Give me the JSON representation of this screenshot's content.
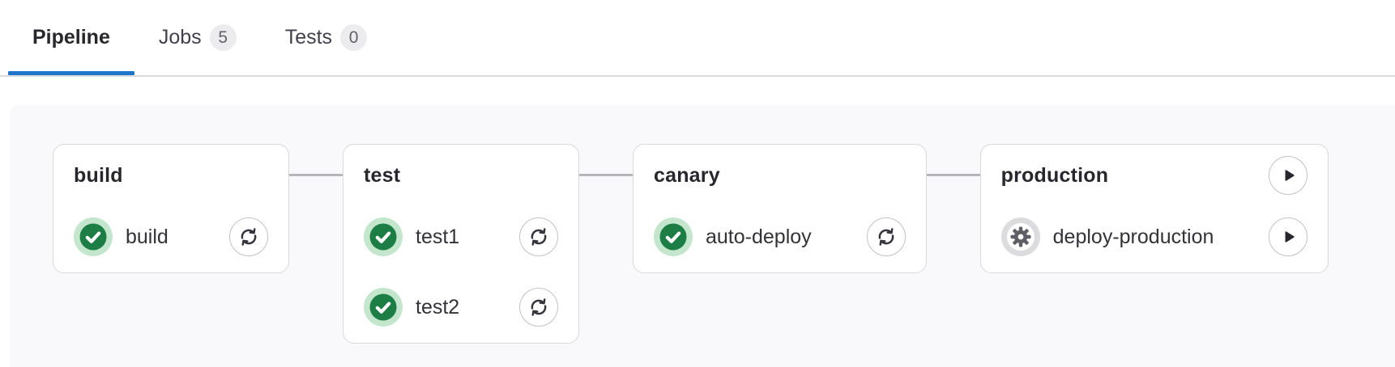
{
  "tabs": [
    {
      "label": "Pipeline",
      "active": true
    },
    {
      "label": "Jobs",
      "badge": "5",
      "active": false
    },
    {
      "label": "Tests",
      "badge": "0",
      "active": false
    }
  ],
  "pipeline": {
    "stages": [
      {
        "name": "build",
        "jobs": [
          {
            "name": "build",
            "status": "success",
            "action": "retry"
          }
        ]
      },
      {
        "name": "test",
        "jobs": [
          {
            "name": "test1",
            "status": "success",
            "action": "retry"
          },
          {
            "name": "test2",
            "status": "success",
            "action": "retry"
          }
        ]
      },
      {
        "name": "canary",
        "jobs": [
          {
            "name": "auto-deploy",
            "status": "success",
            "action": "retry"
          }
        ]
      },
      {
        "name": "production",
        "header_action": "play",
        "jobs": [
          {
            "name": "deploy-production",
            "status": "manual",
            "action": "play"
          }
        ]
      }
    ]
  },
  "icons": {
    "success": "check-circle",
    "manual": "gear-circle",
    "retry": "retry-arrows",
    "play": "play-triangle"
  },
  "colors": {
    "accent_blue": "#1f75cb",
    "success_green": "#1c7e45",
    "success_ring": "#c3e6cd",
    "manual_ring": "#dcdcde",
    "gear_gray": "#5f5e66",
    "panel_bg": "#f9f9fb",
    "connector_gray": "#b5b5ba"
  }
}
